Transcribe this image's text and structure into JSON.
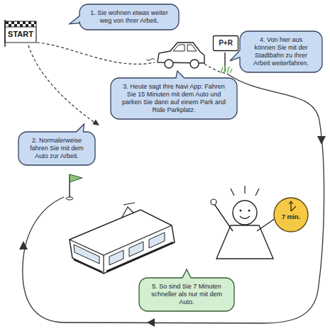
{
  "diagram": {
    "nodes": [
      {
        "text": [
          "1. Sie wohnen etwas weiter weg von Ihrer Arbeit."
        ]
      },
      {
        "text": [
          "P+R"
        ]
      },
      {
        "text": [
          "4. Von hier aus können Sie mit der Stadtbahn zu Ihrer Arbeit weiterfahren."
        ]
      },
      {
        "text": [
          "2. Normalerweise fahren Sie mit dem Auto zur Arbeit."
        ]
      },
      {
        "text": [
          "3. Heute sagt Ihre Navi App: Fahren Sie 15 Minuten mit dem Auto und parken Sie dann auf einem Park and Ride Parkplatz."
        ]
      },
      {
        "text": [
          "7 min."
        ]
      },
      {
        "text": [
          "5. So sind Sie 7 Minuten schneller als nur mit dem Auto."
        ]
      }
    ],
    "labels": [
      "START"
    ]
  }
}
